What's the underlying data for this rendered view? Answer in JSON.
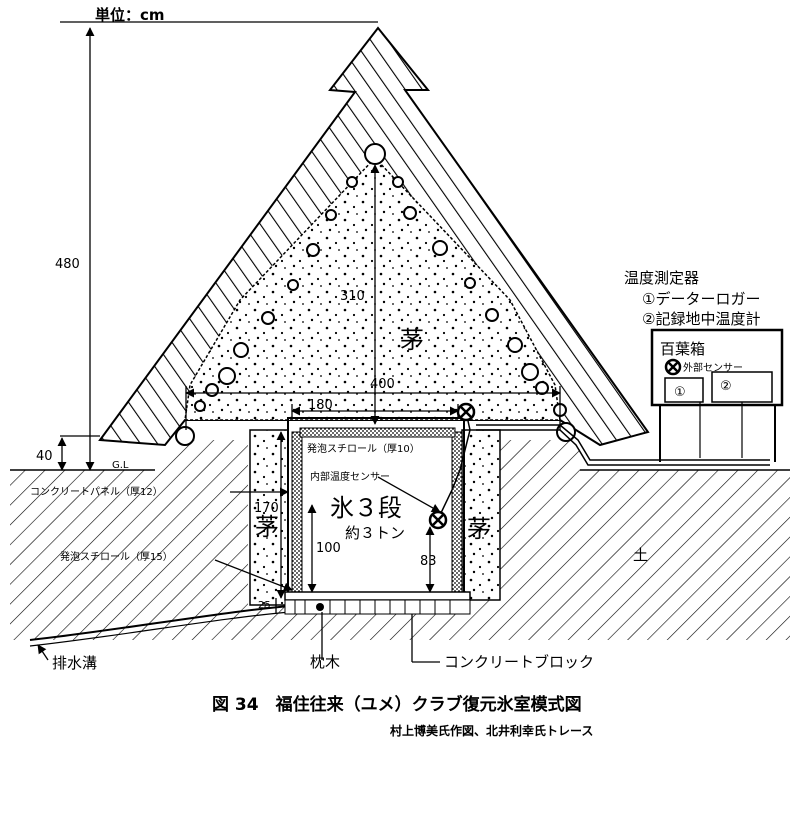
{
  "unit_label": "単位：cm",
  "dimensions": {
    "height_total": "480",
    "height_base": "40",
    "inner_height": "310",
    "thatch_width": "400",
    "room_width": "180",
    "wall_height": "170",
    "ice_height": "100",
    "sensor_height": "83",
    "floor_thickness": "25"
  },
  "labels": {
    "gl": "G.L",
    "thatch_top": "茅",
    "thatch_left": "茅",
    "thatch_right": "茅",
    "soil": "土",
    "concrete_panel": "コンクリートパネル（厚12）",
    "styrofoam_wall": "発泡スチロール（厚15）",
    "styrofoam_ceiling": "発泡スチロール（厚10）",
    "inner_sensor": "内部温度センサー",
    "ice_1": "氷３段",
    "ice_2": "約３トン",
    "drain": "排水溝",
    "sleeper": "枕木",
    "concrete_block": "コンクリートブロック",
    "instrument_title": "温度測定器",
    "instrument_1": "①データーロガー",
    "instrument_2": "②記録地中温度計",
    "hyakuyobako": "百葉箱",
    "outer_sensor": "外部センサー",
    "box_1": "①",
    "box_2": "②"
  },
  "caption": {
    "title": "図 34　福住往来（ユメ）クラブ復元氷室模式図",
    "credit": "村上博美氏作図、北井利幸氏トレース"
  }
}
